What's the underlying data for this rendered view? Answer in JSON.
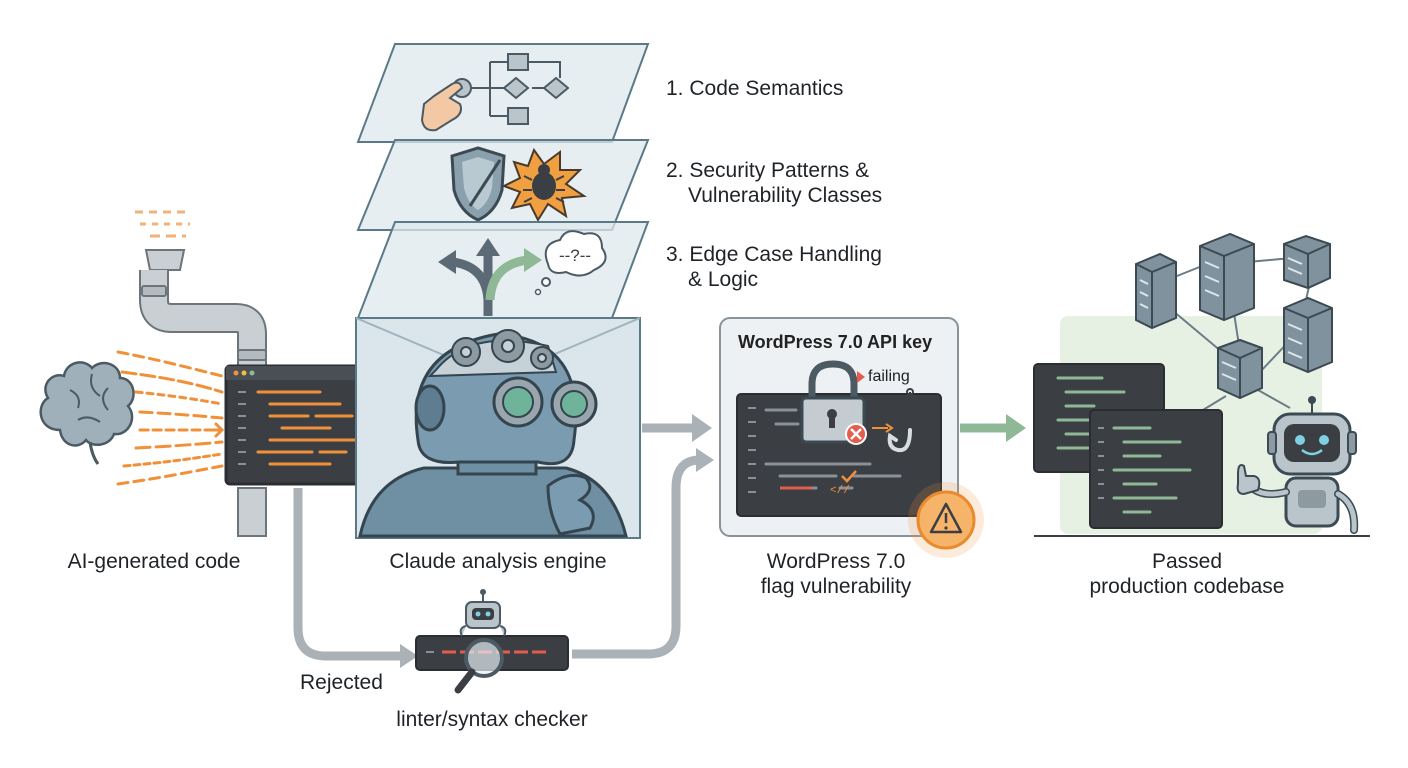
{
  "labels": {
    "ai_generated": "AI-generated code",
    "engine": "Claude analysis engine",
    "wordpress_line1": "WordPress 7.0",
    "wordpress_line2": "flag vulnerability",
    "passed_line1": "Passed",
    "passed_line2": "production codebase",
    "rejected": "Rejected",
    "linter": "linter/syntax checker"
  },
  "layers": [
    {
      "line1": "1. Code Semantics",
      "line2": ""
    },
    {
      "line1": "2. Security Patterns &",
      "line2": "Vulnerability Classes"
    },
    {
      "line1": "3. Edge Case Handling",
      "line2": "& Logic"
    }
  ],
  "wordpress_card": {
    "title": "WordPress 7.0 API key",
    "status": "failing"
  },
  "icons": {
    "thought_bubble_text": "?",
    "thought_bubble_dashes": "--?--"
  },
  "colors": {
    "orange": "#f0913a",
    "teal_grey": "#5b7a88",
    "green": "#8fb996",
    "red": "#e35d4f",
    "dark_panel": "#3b3f44",
    "pipe": "#b4bbc0"
  }
}
